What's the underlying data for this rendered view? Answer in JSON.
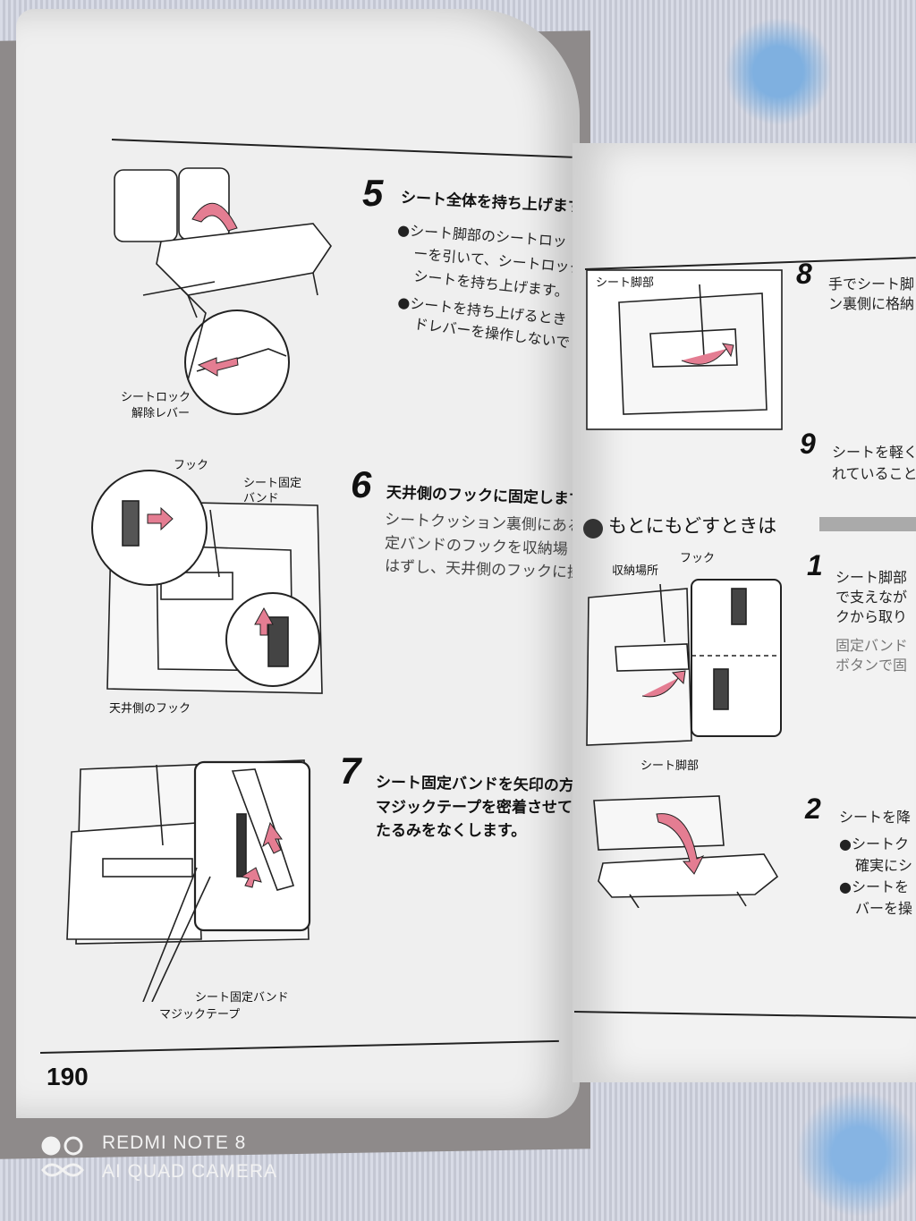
{
  "page": {
    "number": "190",
    "camera": {
      "line1": "REDMI NOTE 8",
      "line2": "AI QUAD CAMERA"
    }
  },
  "left": {
    "step5": {
      "num": "5",
      "title": "シート全体を持ち上げます。",
      "bullets": [
        "●シート脚部のシートロッ",
        "ーを引いて、シートロック",
        "シートを持ち上げます。",
        "●シートを持ち上げるとき",
        "ドレバーを操作しないでく"
      ],
      "label_lever_1": "シートロック",
      "label_lever_2": "解除レバー"
    },
    "step6": {
      "num": "6",
      "title": "天井側のフックに固定します。",
      "body": [
        "シートクッション裏側にある",
        "定バンドのフックを収納場",
        "はずし、天井側のフックに掛"
      ],
      "label_hook": "フック",
      "label_band_1": "シート固定",
      "label_band_2": "バンド",
      "label_ceiling_hook": "天井側のフック"
    },
    "step7": {
      "num": "7",
      "title_lines": [
        "シート固定バンドを矢印の方向",
        "マジックテープを密着させて",
        "たるみをなくします。"
      ],
      "label_band": "シート固定バンド",
      "label_velcro": "マジックテープ"
    }
  },
  "right": {
    "label_leg": "シート脚部",
    "step8": {
      "num": "8",
      "lines": [
        "手でシート脚",
        "ン裏側に格納"
      ]
    },
    "step9": {
      "num": "9",
      "lines": [
        "シートを軽く",
        "れていること"
      ]
    },
    "section_title": "もとにもどすときは",
    "step1": {
      "num": "1",
      "lines": [
        "シート脚部",
        "で支えなが",
        "クから取り"
      ],
      "note": [
        "固定バンド",
        "ボタンで固"
      ],
      "label_storage": "収納場所",
      "label_hook": "フック",
      "label_leg": "シート脚部"
    },
    "step2": {
      "num": "2",
      "title": "シートを降",
      "lines": [
        "●シートク",
        "確実にシ",
        "●シートを",
        "バーを操"
      ]
    }
  }
}
